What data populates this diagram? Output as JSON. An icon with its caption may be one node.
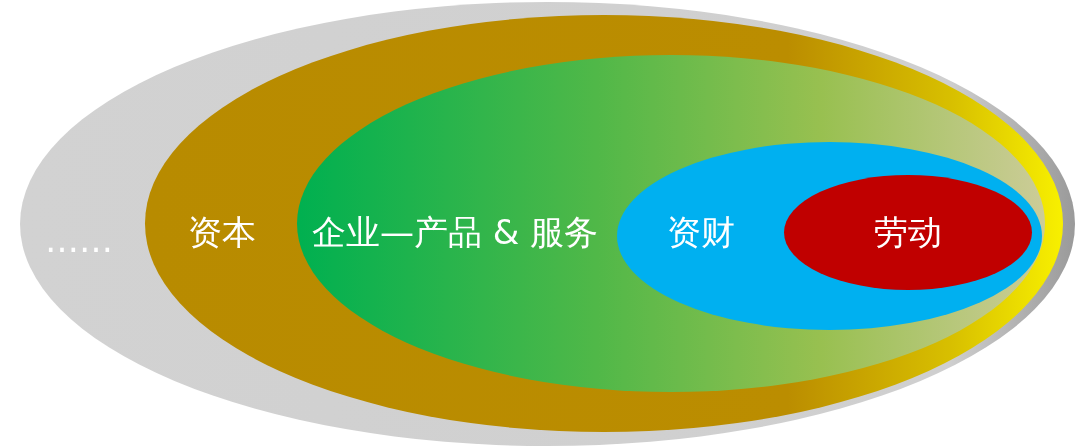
{
  "diagram": {
    "nodes": [
      {
        "text": [
          "……"
        ]
      },
      {
        "text": [
          "资本"
        ],
        "in": 0
      },
      {
        "text": [
          "企业—产品 & 服务"
        ],
        "in": 1
      },
      {
        "text": [
          "资财"
        ],
        "in": 2
      },
      {
        "text": [
          "劳动"
        ],
        "in": 3
      }
    ]
  }
}
